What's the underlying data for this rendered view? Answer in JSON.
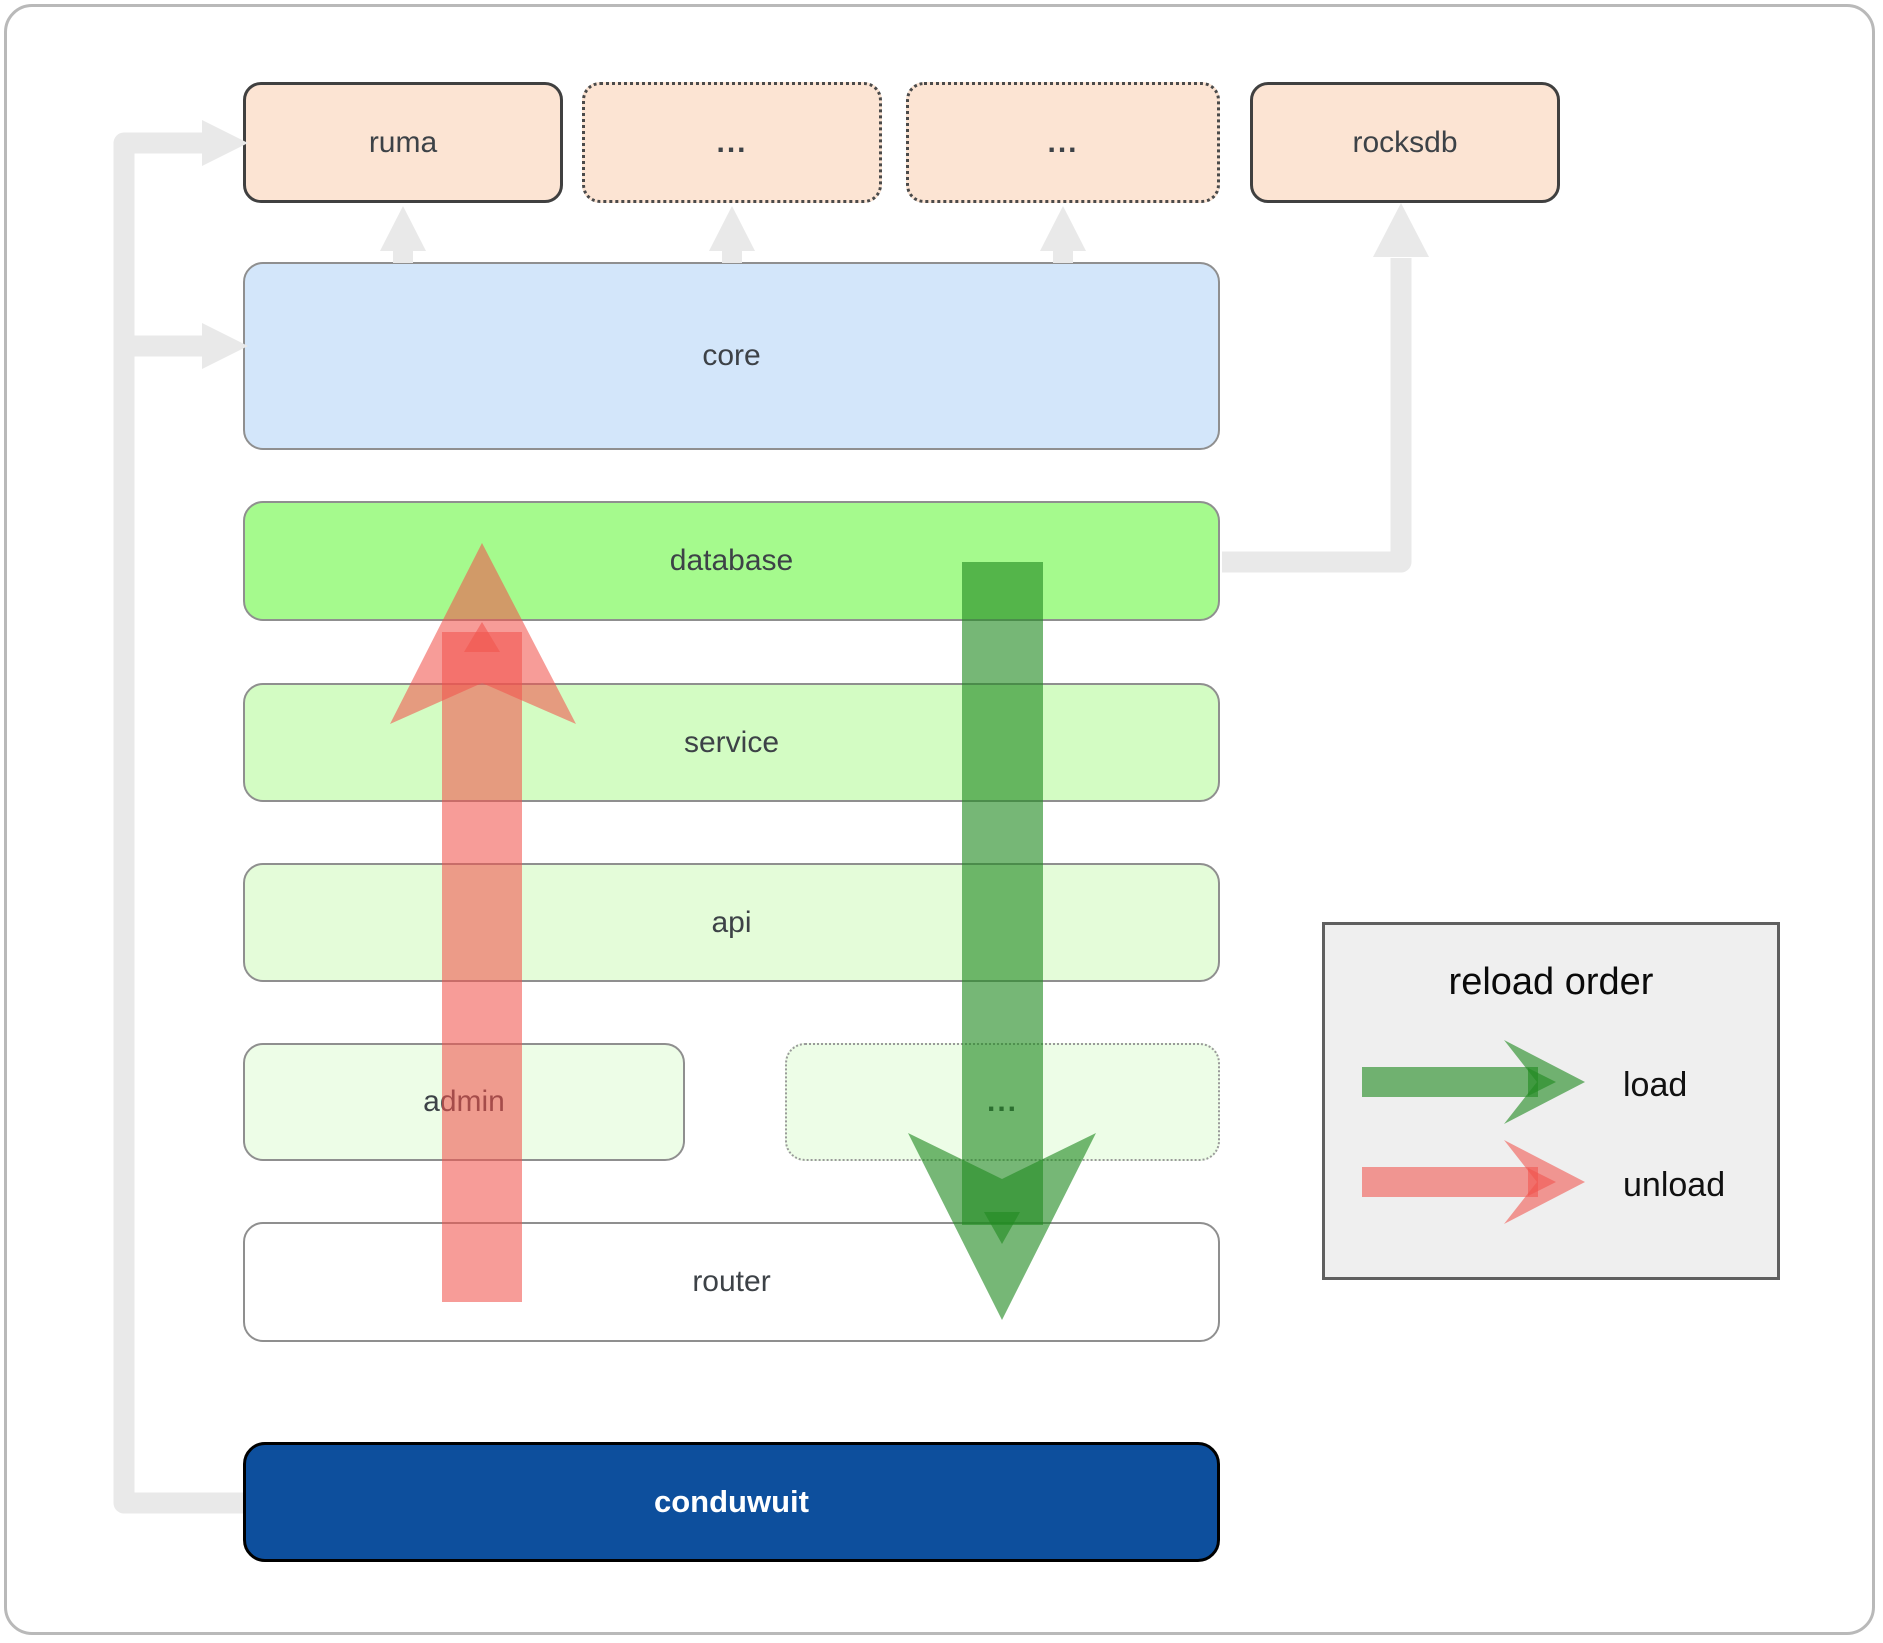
{
  "diagram": {
    "top_row": [
      {
        "label": "ruma"
      },
      {
        "label": "..."
      },
      {
        "label": "..."
      },
      {
        "label": "rocksdb"
      }
    ],
    "core_label": "core",
    "database_label": "database",
    "service_label": "service",
    "api_label": "api",
    "admin_label": "admin",
    "admin_dots_label": "...",
    "router_label": "router",
    "app_label": "conduwuit"
  },
  "legend": {
    "title": "reload order",
    "load_label": "load",
    "unload_label": "unload"
  },
  "colors": {
    "load_arrow_green": "#228b22",
    "unload_arrow_red": "#f2554d",
    "connector_gray": "#e9e9e9",
    "peach_box_fill": "#fce4d3",
    "core_box_fill": "#d3e6fa",
    "database_box_fill": "#a5fa8d",
    "service_box_fill": "#d3fcc3",
    "api_box_fill": "#e4fcd9",
    "admin_box_fill": "#edfde7",
    "router_box_fill": "#ffffff",
    "conduwuit_box_fill": "#0d4f9d",
    "legend_bg": "#efefef"
  }
}
